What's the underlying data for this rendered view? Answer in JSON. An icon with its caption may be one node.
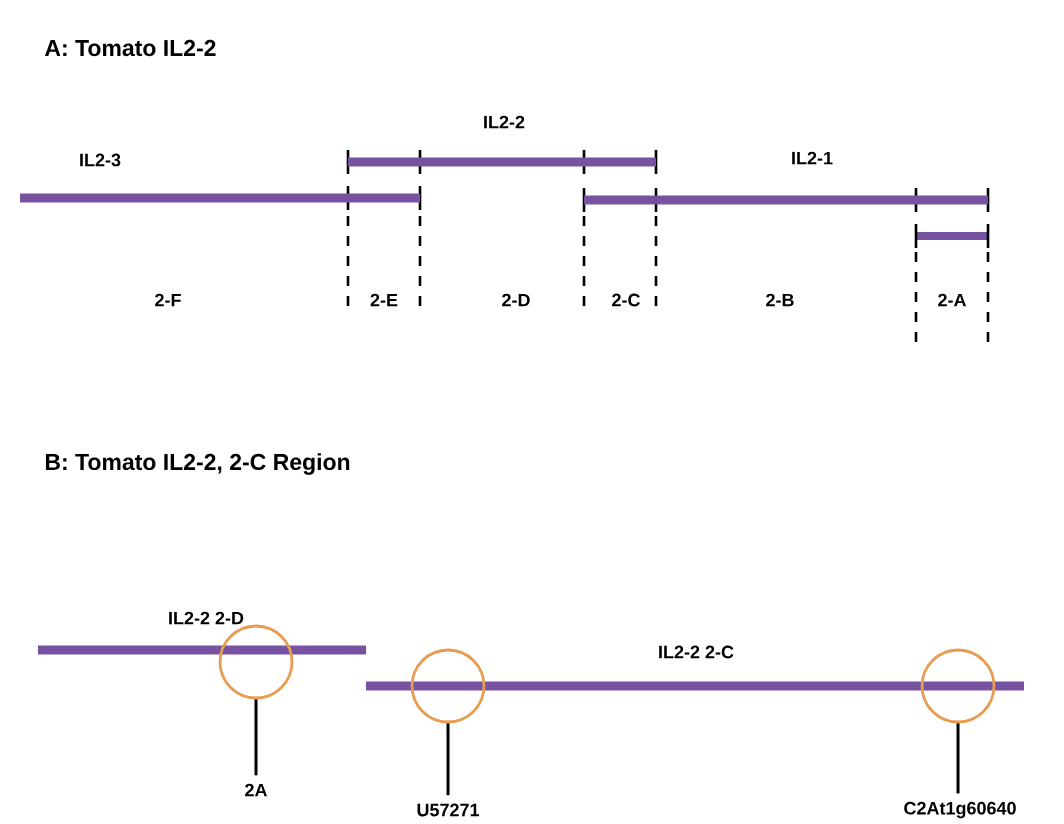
{
  "diagram": {
    "nodes": [
      {
        "text": [
          "IL2-3"
        ]
      },
      {
        "text": [
          "IL2-2"
        ]
      },
      {
        "text": [
          "IL2-1"
        ]
      },
      {
        "text": [
          "IL2-2 2-D"
        ]
      },
      {
        "text": [
          "IL2-2 2-C"
        ]
      },
      {
        "text": [],
        "shape": "circle"
      },
      {
        "text": [],
        "shape": "circle"
      },
      {
        "text": [],
        "shape": "circle"
      },
      {
        "text": [
          "2A"
        ]
      },
      {
        "text": [
          "U57271"
        ]
      },
      {
        "text": [
          "C2At1g60640"
        ]
      }
    ],
    "edges": [
      {
        "from": 8,
        "to": 5,
        "arrow": "none"
      },
      {
        "from": 9,
        "to": 6,
        "arrow": "none"
      },
      {
        "from": 10,
        "to": 7,
        "arrow": "none"
      }
    ],
    "labels": [
      "A: Tomato IL2-2",
      "2-F",
      "2-E",
      "2-D",
      "2-C",
      "2-B",
      "2-A",
      "B: Tomato IL2-2, 2-C Region"
    ]
  }
}
